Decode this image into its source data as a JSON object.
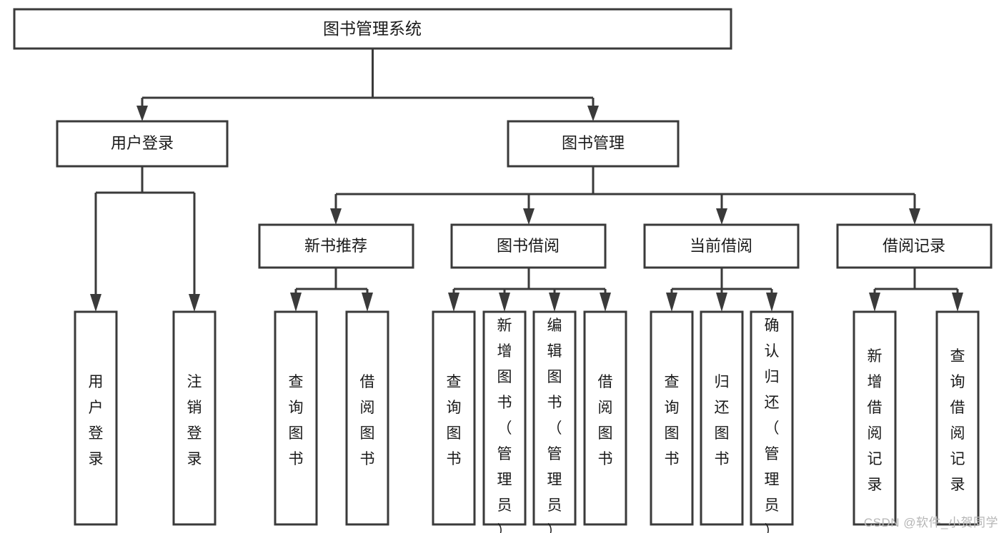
{
  "diagram": {
    "title": "图书管理系统",
    "watermark": "CSDN @软件_小贺同学",
    "colors": {
      "stroke": "#3a3a3a",
      "box_fill": "#ffffff",
      "text": "#1a1a1a",
      "background": "#ffffff",
      "watermark": "#b6b6b6"
    },
    "root": {
      "label": "图书管理系统"
    },
    "level2": [
      {
        "label": "用户登录"
      },
      {
        "label": "图书管理"
      }
    ],
    "level3": [
      {
        "label": "新书推荐"
      },
      {
        "label": "图书借阅"
      },
      {
        "label": "当前借阅"
      },
      {
        "label": "借阅记录"
      }
    ],
    "leaves": {
      "user_login": [
        {
          "label": "用户登录"
        },
        {
          "label": "注销登录"
        }
      ],
      "new_book_recommend": [
        {
          "label": "查询图书"
        },
        {
          "label": "借阅图书"
        }
      ],
      "book_borrow": [
        {
          "label": "查询图书"
        },
        {
          "label": "新增图书（管理员）"
        },
        {
          "label": "编辑图书（管理员）"
        },
        {
          "label": "借阅图书"
        }
      ],
      "current_borrow": [
        {
          "label": "查询图书"
        },
        {
          "label": "归还图书"
        },
        {
          "label": "确认归还（管理员）"
        }
      ],
      "borrow_record": [
        {
          "label": "新增借阅记录"
        },
        {
          "label": "查询借阅记录"
        }
      ]
    }
  }
}
